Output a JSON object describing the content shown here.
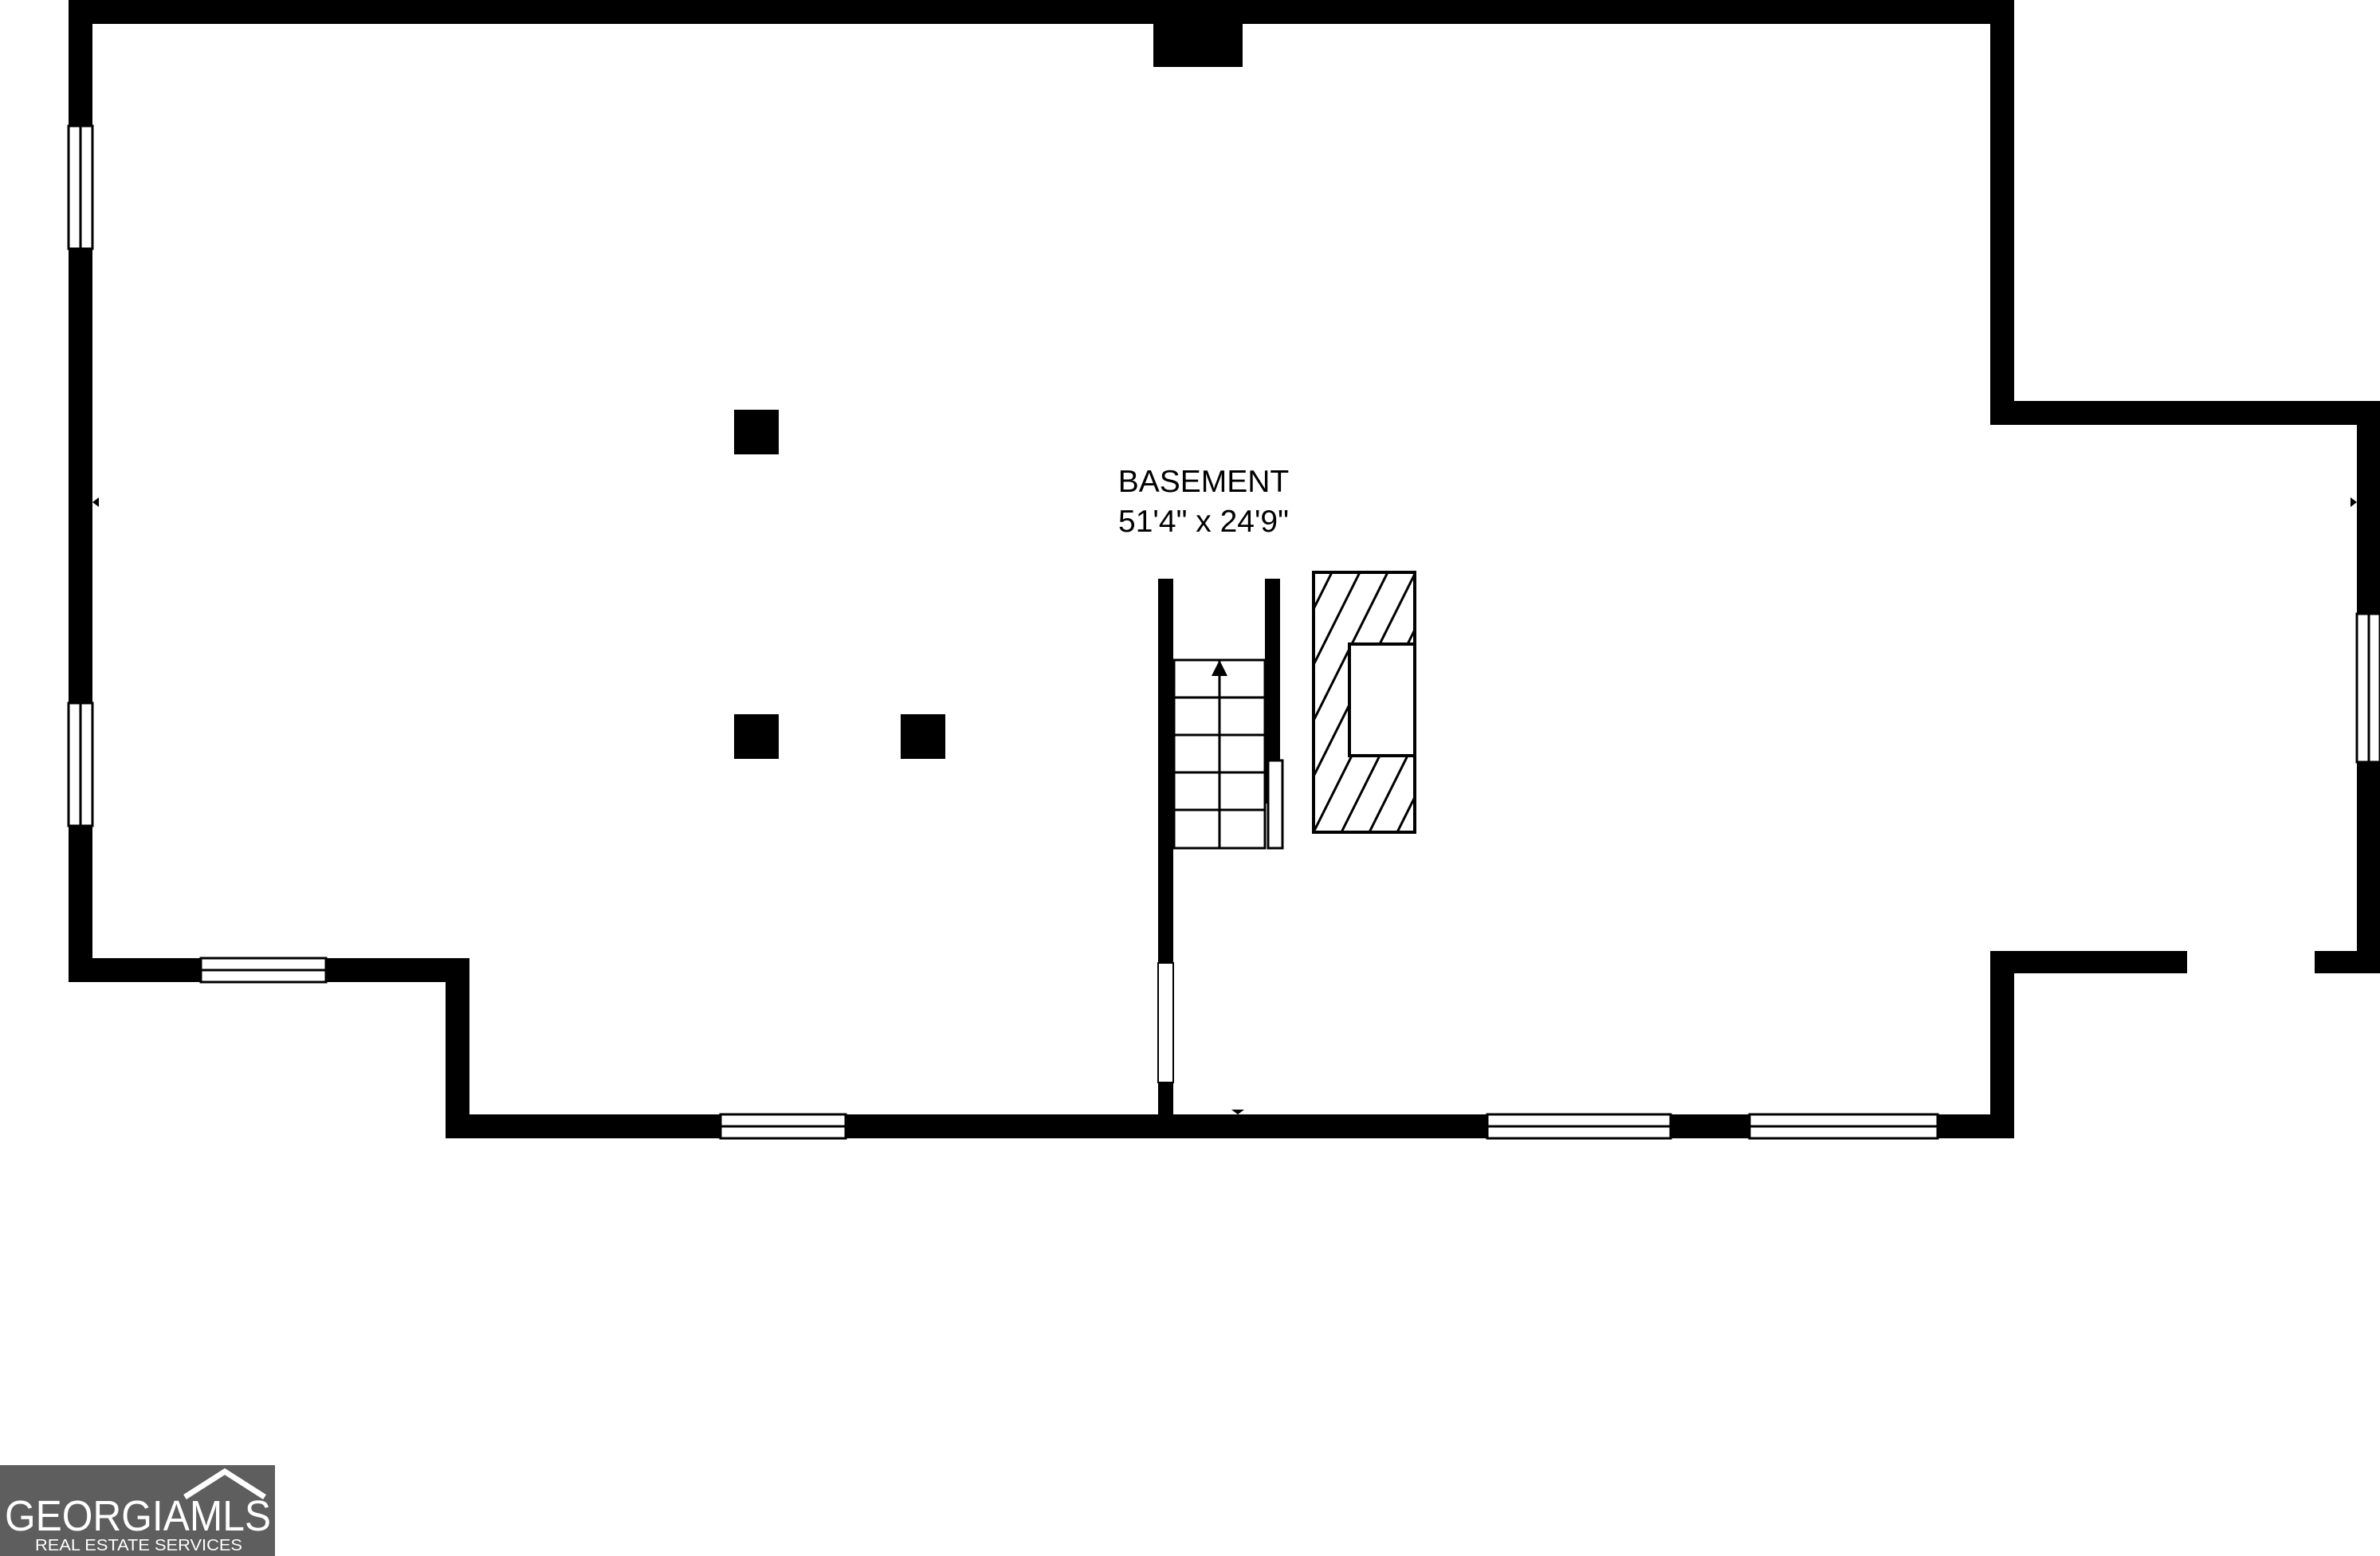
{
  "room": {
    "name": "BASEMENT",
    "dimensions": "51'4\" x 24'9\""
  },
  "logo": {
    "brand": "GEORGIAMLS",
    "tagline": "REAL ESTATE SERVICES"
  },
  "colors": {
    "wall": "#000000",
    "background": "#ffffff",
    "logo_bg": "#5e5e5e"
  }
}
